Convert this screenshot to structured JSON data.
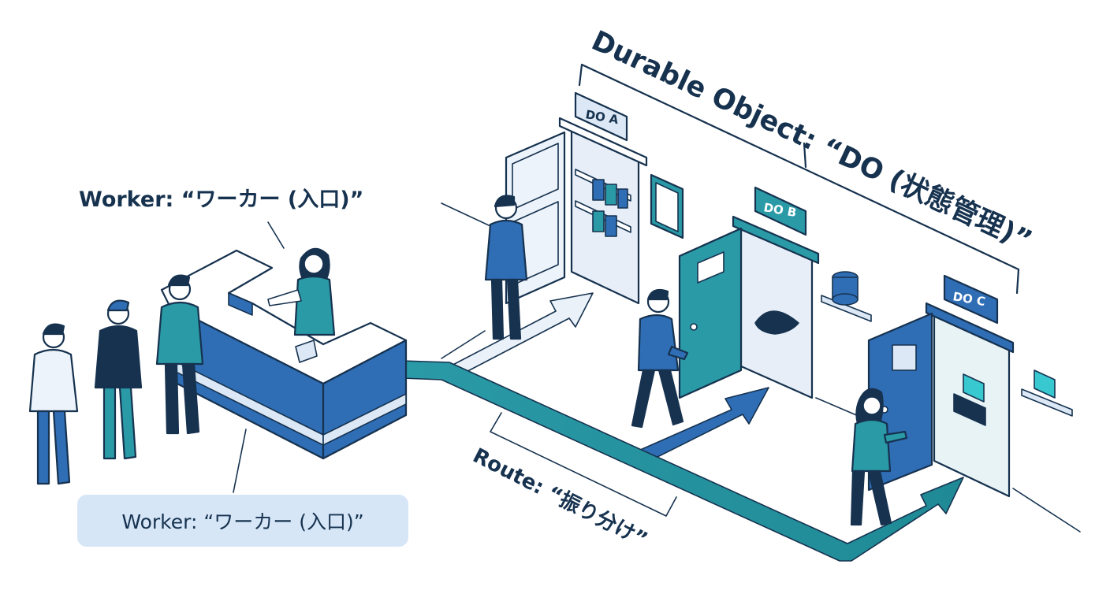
{
  "labels": {
    "worker_top": "Worker: “ワーカー (入口)”",
    "worker_bottom": "Worker: “ワーカー (入口)”",
    "durable_object": "Durable Object: “DO (状態管理)”",
    "route": "Route: “振り分け”"
  },
  "doors": [
    {
      "sign": "DO A"
    },
    {
      "sign": "DO B"
    },
    {
      "sign": "DO C"
    }
  ],
  "colors": {
    "ink": "#16324f",
    "teal": "#2a9aa6",
    "blue": "#2f6db5",
    "light_blue": "#d6e6f6"
  }
}
